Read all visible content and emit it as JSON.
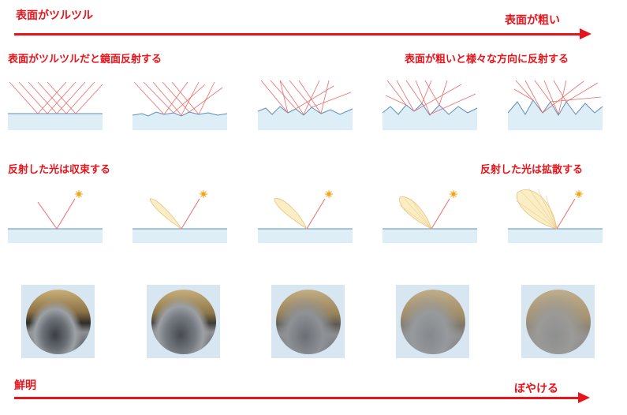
{
  "labels": {
    "top_left": "表面がツルツル",
    "top_right": "表面が粗い",
    "reflection_left": "表面がツルツルだと鏡面反射する",
    "reflection_right": "表面が粗いと様々な方向に反射する",
    "lobe_left": "反射した光は収束する",
    "lobe_right": "反射した光は拡散する",
    "bottom_left": "鮮明",
    "bottom_right": "ぼやける"
  },
  "colors": {
    "accent": "#e8141b",
    "surface_fill": "#deeef7",
    "surface_line": "#5c8fb4",
    "ray": "#ef6a6a",
    "lobe_fill": "#fbeec4",
    "lobe_stroke": "#e8c07a",
    "sun": "#f3a516"
  },
  "icons": [
    "sun-icon",
    "arrow-right-icon"
  ]
}
